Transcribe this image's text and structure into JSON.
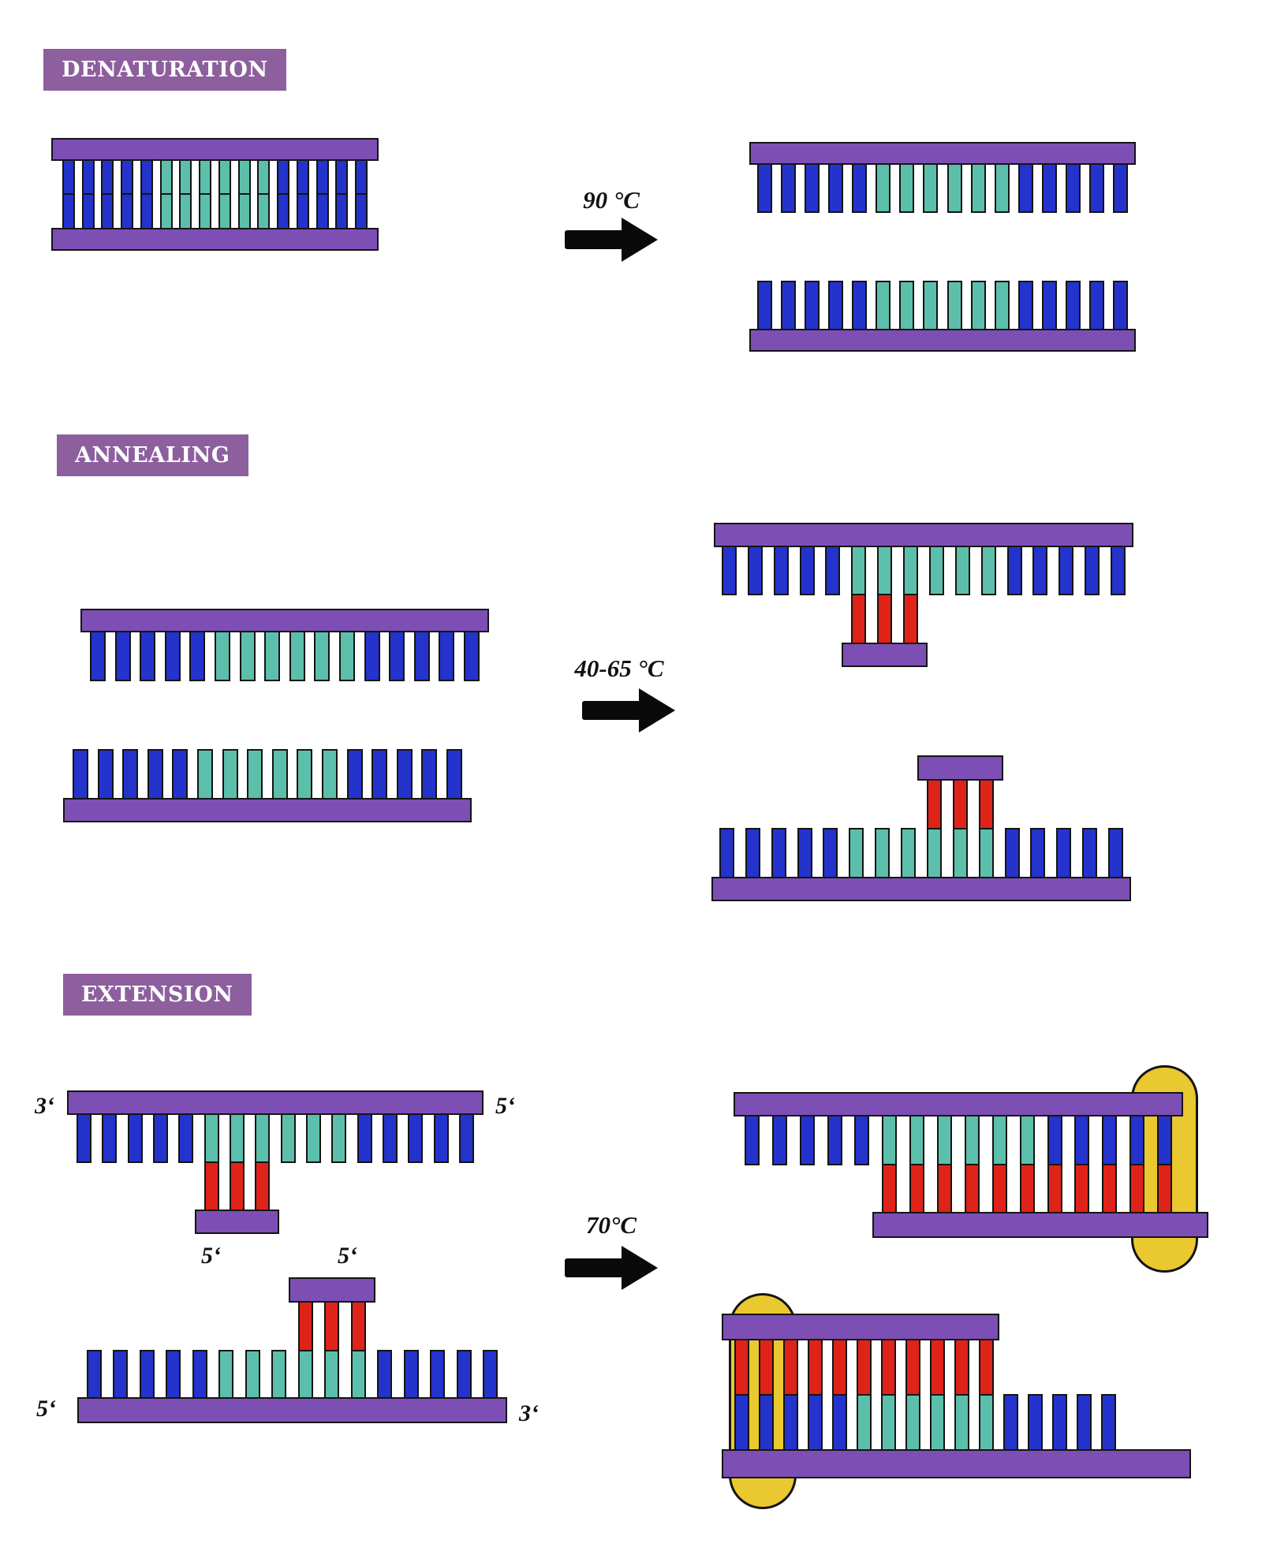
{
  "colors": {
    "backbone_purple": "#7d4fb5",
    "label_purple": "#8d5f9e",
    "base_blue": "#2433cb",
    "base_teal": "#5cbfab",
    "primer_red": "#e02318",
    "polymerase_yellow": "#eac82f",
    "outline_black": "#141414",
    "arrow_black": "#0a0a0a",
    "background_white": "#ffffff"
  },
  "base_pattern": [
    "blue",
    "blue",
    "blue",
    "blue",
    "blue",
    "teal",
    "teal",
    "teal",
    "teal",
    "teal",
    "teal",
    "blue",
    "blue",
    "blue",
    "blue",
    "blue"
  ],
  "strand_specs": {
    "teeth_per_strand": 16,
    "primer_teeth": 3,
    "forward_primer_positions": [
      5,
      6,
      7
    ],
    "reverse_primer_positions": [
      8,
      9,
      10
    ],
    "extended_forward_positions": [
      5,
      15
    ],
    "extended_reverse_positions": [
      0,
      10
    ]
  },
  "sections": [
    {
      "id": "denaturation",
      "label": "DENATURATION",
      "temperature": "90 °C"
    },
    {
      "id": "annealing",
      "label": "ANNEALING",
      "temperature": "40-65 °C"
    },
    {
      "id": "extension",
      "label": "EXTENSION",
      "temperature": "70°C"
    }
  ],
  "prime_labels": {
    "extension_top_left": "3‘",
    "extension_top_right": "5‘",
    "extension_top_primer": "5‘",
    "extension_bottom_primer": "5‘",
    "extension_bottom_left": "5‘",
    "extension_bottom_right": "3‘"
  }
}
